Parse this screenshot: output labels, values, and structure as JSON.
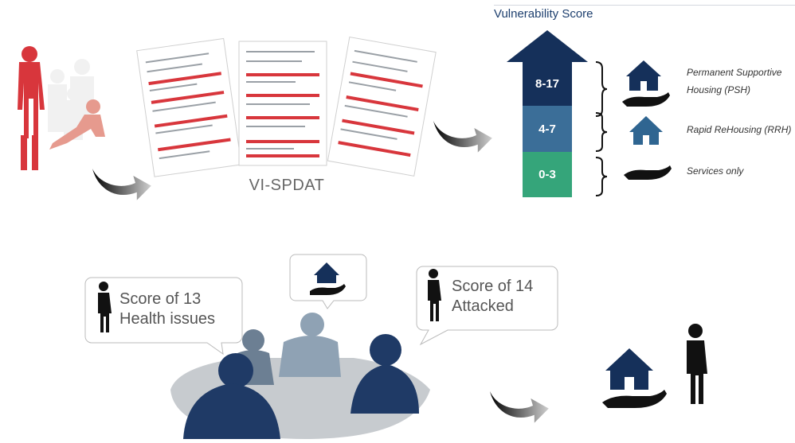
{
  "document_label": "VI-SPDAT",
  "vulnerability": {
    "title": "Vulnerability Score",
    "bands": [
      {
        "range": "8-17",
        "color": "#15305a"
      },
      {
        "range": "4-7",
        "color": "#3b6e98"
      },
      {
        "range": "0-3",
        "color": "#35a57a"
      }
    ],
    "tiers": [
      {
        "line1": "Permanent Supportive",
        "line2": "Housing (PSH)"
      },
      {
        "line1": "Rapid ReHousing (RRH)"
      },
      {
        "line1": "Services only"
      }
    ]
  },
  "bubbles": [
    {
      "line1": "Score of 13",
      "line2": "Health issues"
    },
    {
      "line1": "Score of 14",
      "line2": "Attacked"
    }
  ],
  "icons": [
    "red-silhouette-person-icon",
    "survey-document-icon",
    "gradient-arrow-icon",
    "house-in-hand-icon",
    "house-icon",
    "open-hand-icon",
    "person-silhouette-icon",
    "meeting-group-icon"
  ],
  "colors": {
    "navy": "#15305a",
    "mid_blue": "#3b6e98",
    "green": "#35a57a",
    "red": "#d8363c"
  }
}
